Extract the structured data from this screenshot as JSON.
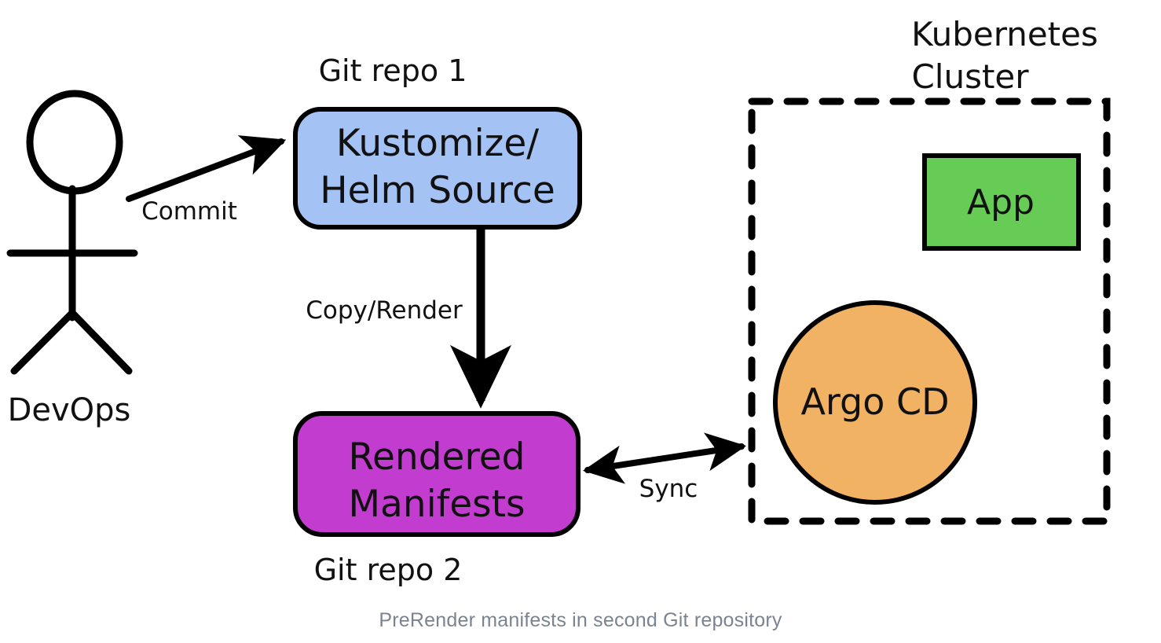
{
  "diagram": {
    "title_caption": "PreRender manifests in second Git repository",
    "background_color": "#ffffff",
    "caption_color": "#7b8390",
    "actors": [
      {
        "id": "devops",
        "label": "DevOps",
        "type": "stick-figure",
        "color": "#000000"
      }
    ],
    "nodes": [
      {
        "id": "kustomize-helm-source",
        "label_line1": "Kustomize/",
        "label_line2": "Helm Source",
        "caption": "Git repo 1",
        "caption_position": "above",
        "shape": "rounded-rectangle",
        "fill": "#a4c2f4",
        "stroke": "#000000"
      },
      {
        "id": "rendered-manifests",
        "label_line1": "Rendered",
        "label_line2": "Manifests",
        "caption": "Git repo 2",
        "caption_position": "below",
        "shape": "rounded-rectangle",
        "fill": "#c33cd0",
        "stroke": "#000000"
      },
      {
        "id": "app",
        "label": "App",
        "shape": "rectangle",
        "fill": "#66cc55",
        "stroke": "#000000"
      },
      {
        "id": "argocd",
        "label": "Argo CD",
        "shape": "circle",
        "fill": "#f2b263",
        "stroke": "#000000"
      }
    ],
    "boundaries": [
      {
        "id": "kubernetes-cluster",
        "label_line1": "Kubernetes",
        "label_line2": "Cluster",
        "style": "dashed",
        "stroke": "#000000"
      }
    ],
    "edges": [
      {
        "id": "commit",
        "label": "Commit",
        "from": "devops",
        "to": "kustomize-helm-source",
        "direction": "single"
      },
      {
        "id": "copy-render",
        "label": "Copy/Render",
        "from": "kustomize-helm-source",
        "to": "rendered-manifests",
        "direction": "single"
      },
      {
        "id": "sync",
        "label": "Sync",
        "from": "rendered-manifests",
        "to": "kubernetes-cluster",
        "direction": "double"
      }
    ]
  }
}
